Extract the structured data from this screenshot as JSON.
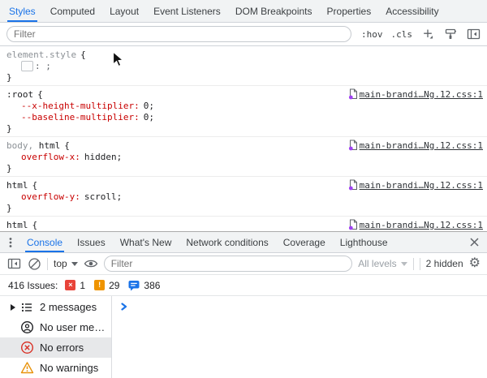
{
  "punct": {
    "open": "{",
    "close": "}"
  },
  "styles_panel": {
    "tabs": [
      "Styles",
      "Computed",
      "Layout",
      "Event Listeners",
      "DOM Breakpoints",
      "Properties",
      "Accessibility"
    ],
    "filter_placeholder": "Filter",
    "pseudo_button": ":hov",
    "class_button": ".cls",
    "rules": [
      {
        "selector": "element.style",
        "editor_text": ": ;"
      },
      {
        "selector": ":root",
        "link": "main-brandi…Ng.12.css:1",
        "props": [
          {
            "name": "--x-height-multiplier:",
            "value": "0;"
          },
          {
            "name": "--baseline-multiplier:",
            "value": "0;"
          }
        ]
      },
      {
        "selector_muted": "body, ",
        "selector": "html",
        "link": "main-brandi…Ng.12.css:1",
        "props": [
          {
            "name": "overflow-x:",
            "value": "hidden;"
          }
        ]
      },
      {
        "selector": "html",
        "link": "main-brandi…Ng.12.css:1",
        "props": [
          {
            "name": "overflow-y:",
            "value": "scroll;"
          }
        ]
      },
      {
        "selector": "html",
        "link": "main-brandi…Ng.12.css:1"
      }
    ]
  },
  "drawer": {
    "tabs": [
      "Console",
      "Issues",
      "What's New",
      "Network conditions",
      "Coverage",
      "Lighthouse"
    ],
    "toolbar": {
      "context_label": "top",
      "filter_placeholder": "Filter",
      "levels_label": "All levels",
      "hidden_label": "2 hidden"
    },
    "issues_bar": {
      "label": "416 Issues:",
      "error_glyph": "×",
      "error_count": "1",
      "warning_glyph": "!",
      "warning_count": "29",
      "info_count": "386"
    },
    "sidebar_items": [
      {
        "label": "2 messages"
      },
      {
        "label": "No user me…"
      },
      {
        "label": "No errors"
      },
      {
        "label": "No warnings"
      }
    ]
  }
}
